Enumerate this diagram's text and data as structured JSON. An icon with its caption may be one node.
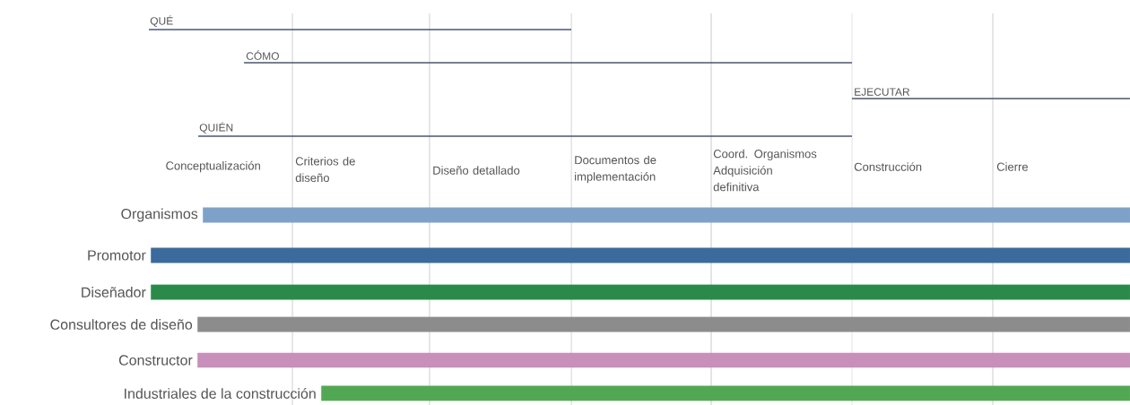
{
  "diagram": {
    "nodes": [
      {
        "text": [],
        "shape": "bar",
        "beside": [
          "Organismos"
        ]
      },
      {
        "text": [],
        "shape": "bar",
        "beside": [
          "Promotor"
        ]
      },
      {
        "text": [],
        "shape": "bar",
        "beside": [
          "Diseñador"
        ]
      },
      {
        "text": [],
        "shape": "bar",
        "beside": [
          "Consultores de diseño"
        ]
      },
      {
        "text": [],
        "shape": "bar",
        "beside": [
          "Constructor"
        ]
      },
      {
        "text": [],
        "shape": "bar",
        "beside": [
          "Industriales de la construcción"
        ]
      }
    ],
    "labels": [
      "QUÉ",
      "CÓMO",
      "EJECUTAR",
      "QUIÉN",
      "Conceptualización",
      "Criterios de diseño",
      "Diseño detallado",
      "Documentos de implementación",
      "Coord. Organismos Adquisición definitiva",
      "Construcción",
      "Cierre"
    ]
  }
}
